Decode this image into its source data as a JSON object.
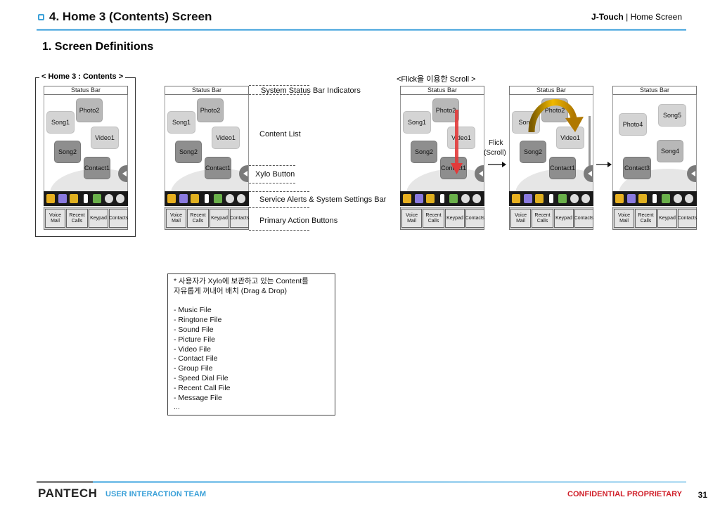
{
  "header": {
    "title": "4. Home 3 (Contents) Screen",
    "brand": "J-Touch",
    "separator": "|",
    "section": "Home Screen",
    "accent_color": "#3aa0d8"
  },
  "section_title": "1. Screen Definitions",
  "frame_caption": "< Home 3 : Contents >",
  "flick_caption": "<Flick을 이용한 Scroll >",
  "phone": {
    "status_bar": "Status Bar",
    "nav": [
      "Voice Mail",
      "Recent Calls",
      "Keypad",
      "Contacts"
    ],
    "icons": [
      "bell-icon",
      "mail-icon",
      "speaker-icon",
      "battery-icon",
      "calendar-icon",
      "music-icon",
      "clock-icon"
    ]
  },
  "screens": [
    {
      "tiles": [
        "Photo2",
        "Song1",
        "Video1",
        "Song2",
        "Contact1"
      ]
    },
    {
      "tiles": [
        "Photo2",
        "Song1",
        "Video1",
        "Song2",
        "Contact1"
      ]
    },
    {
      "tiles": [
        "Photo2",
        "Song1",
        "Video1",
        "Song2",
        "Contact1"
      ]
    },
    {
      "tiles": [
        "Photo2",
        "Song",
        "Video1",
        "Song2",
        "Contact1"
      ]
    },
    {
      "tiles": [
        "Song5",
        "Photo4",
        "Song4",
        "Contact3"
      ]
    }
  ],
  "labels": {
    "status": "System Status Bar Indicators",
    "content": "Content List",
    "xylo": "Xylo Button",
    "alerts": "Service Alerts & System Settings Bar",
    "actions": "Primary Action Buttons",
    "flick": "Flick",
    "scroll": "(Scroll)"
  },
  "note": {
    "lines": [
      "* 사용자가 Xylo에 보관하고 있는 Content를",
      "자유롭게 꺼내어 배치 (Drag & Drop)",
      "",
      "- Music File",
      "- Ringtone File",
      "- Sound File",
      "- Picture File",
      "- Video File",
      "- Contact File",
      "- Group File",
      "- Speed Dial File",
      "- Recent Call File",
      "- Message File",
      "..."
    ]
  },
  "footer": {
    "logo": "PANTECH",
    "team": "USER INTERACTION TEAM",
    "confidential": "CONFIDENTIAL PROPRIETARY",
    "page": "31"
  }
}
